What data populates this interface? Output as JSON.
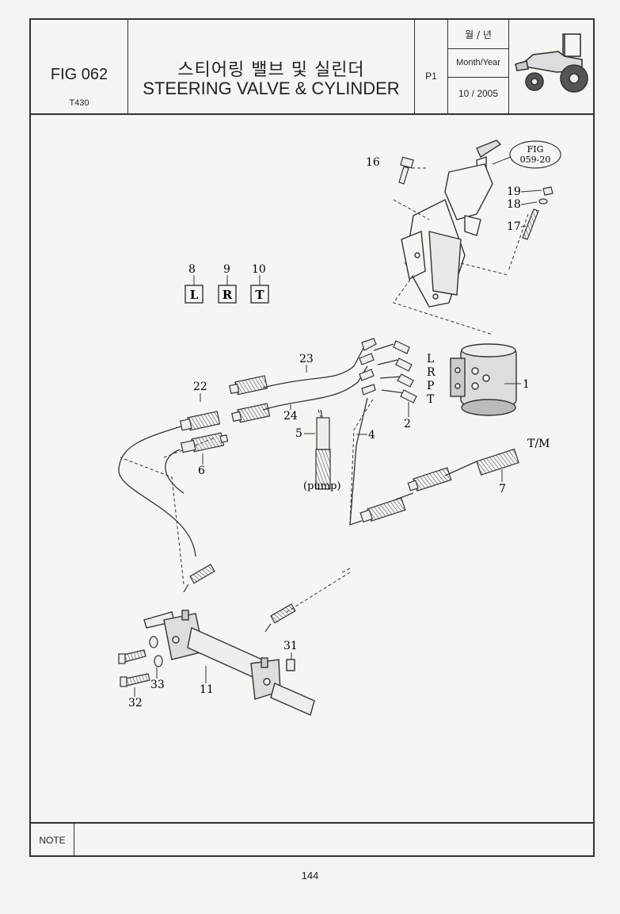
{
  "header": {
    "fig_no": "FIG 062",
    "model": "T430",
    "title_ko": "스티어링 밸브 및 실린더",
    "title_en": "STEERING VALVE & CYLINDER",
    "page": "P1",
    "date_label_ko": "월 / 년",
    "date_label_en": "Month/Year",
    "date_value": "10 / 2005"
  },
  "diagram": {
    "ref_bubble_line1": "FIG",
    "ref_bubble_line2": "059-20",
    "labels": {
      "p1": "1",
      "p2": "2",
      "p4": "4",
      "p5": "5",
      "p6": "6",
      "p7": "7",
      "p8": "8",
      "p9": "9",
      "p10": "10",
      "p11": "11",
      "p16": "16",
      "p17": "17",
      "p18": "18",
      "p19": "19",
      "p22": "22",
      "p23": "23",
      "p24": "24",
      "p31": "31",
      "p32": "32",
      "p33": "33"
    },
    "port_labels": {
      "L": "L",
      "R": "R",
      "P": "P",
      "T": "T"
    },
    "tag_boxes": [
      "L",
      "R",
      "T"
    ],
    "pump_label": "(pump)",
    "tm_label": "T/M"
  },
  "footer": {
    "note_label": "NOTE",
    "page_number": "144"
  }
}
